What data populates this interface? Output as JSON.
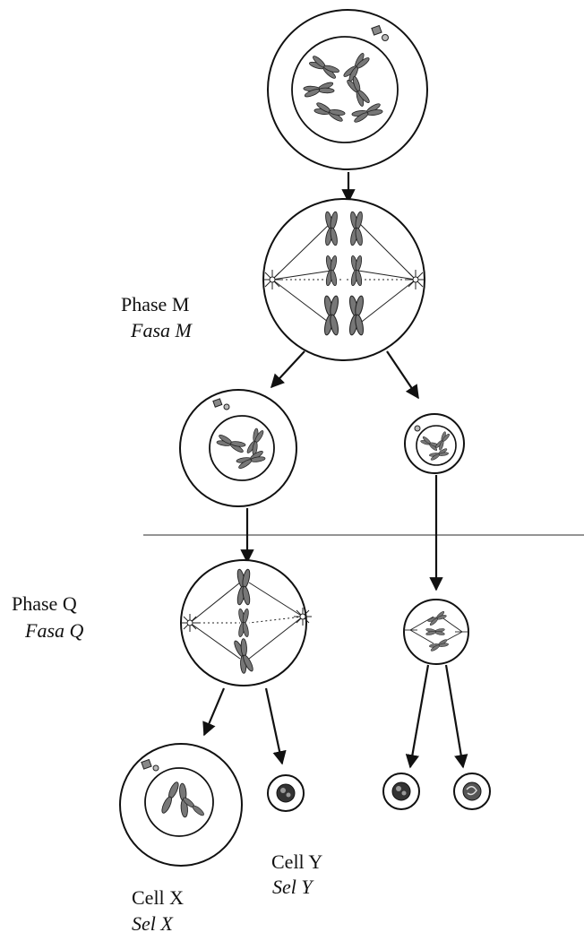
{
  "labels": {
    "phase_m": "Phase M",
    "fasa_m": "Fasa M",
    "phase_q": "Phase Q",
    "fasa_q": "Fasa Q",
    "cell_x": "Cell X",
    "sel_x": "Sel X",
    "cell_y": "Cell Y",
    "sel_y": "Sel Y"
  },
  "colors": {
    "line": "#111111",
    "chromosome": "#555555",
    "dark_nucleus": "#333333"
  }
}
